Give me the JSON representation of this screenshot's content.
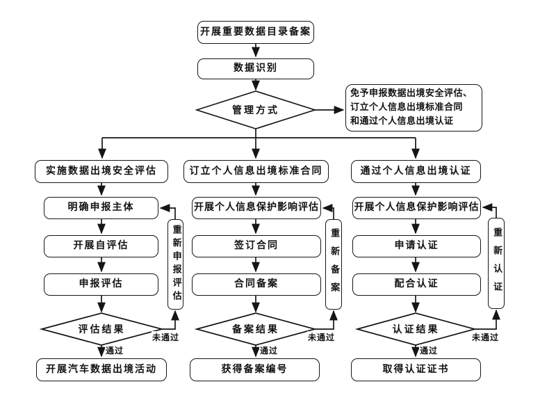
{
  "labels": {
    "pass": "通过",
    "fail": "未通过"
  },
  "flow": {
    "top": {
      "start": "开展重要数据目录备案",
      "identify": "数据识别",
      "decision": "管理方式",
      "exempt": "免予申报数据出境安全评估、\n订立个人信息出境标准合同\n和通过个人信息出境认证"
    },
    "columns": [
      {
        "header": "实施数据出境安全评估",
        "steps": [
          "明确申报主体",
          "开展自评估",
          "申报评估"
        ],
        "decision": "评估结果",
        "retry": "重新申报评估",
        "result": "开展汽车数据出境活动"
      },
      {
        "header": "订立个人信息出境标准合同",
        "steps": [
          "开展个人信息保护影响评估",
          "签订合同",
          "合同备案"
        ],
        "decision": "备案结果",
        "retry": "重新备案",
        "result": "获得备案编号"
      },
      {
        "header": "通过个人信息出境认证",
        "steps": [
          "开展个人信息保护影响评估",
          "申请认证",
          "配合认证"
        ],
        "decision": "认证结果",
        "retry": "重新认证",
        "result": "取得认证证书"
      }
    ]
  }
}
